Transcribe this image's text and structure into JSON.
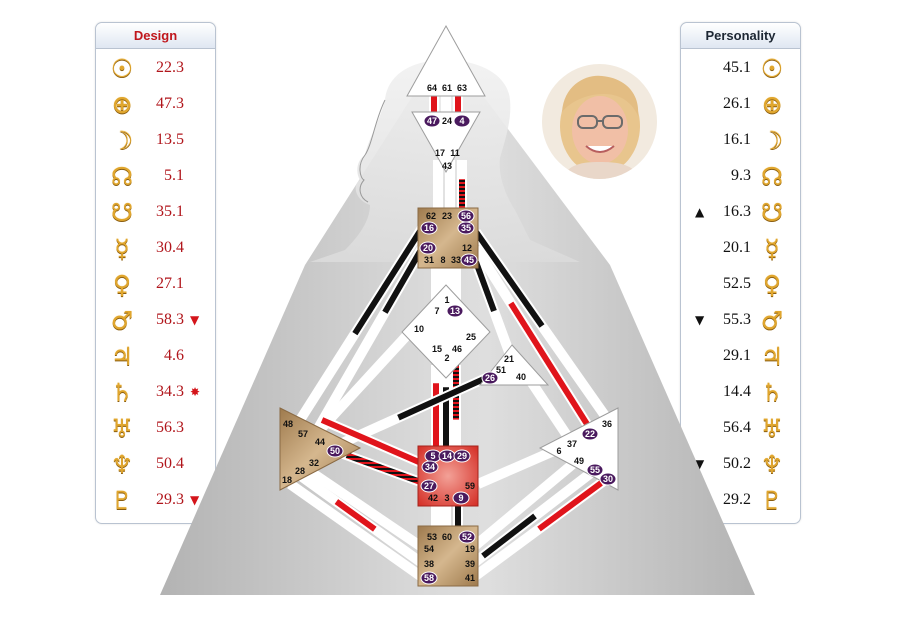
{
  "design": {
    "title": "Design",
    "rows": [
      {
        "icon": "sun-icon",
        "glyph": "☉",
        "value": "22.3",
        "mark": ""
      },
      {
        "icon": "earth-icon",
        "glyph": "⊕",
        "value": "47.3",
        "mark": ""
      },
      {
        "icon": "moon-icon",
        "glyph": "☽",
        "value": "13.5",
        "mark": ""
      },
      {
        "icon": "north-node-icon",
        "glyph": "☊",
        "value": "5.1",
        "mark": ""
      },
      {
        "icon": "south-node-icon",
        "glyph": "☋",
        "value": "35.1",
        "mark": ""
      },
      {
        "icon": "mercury-icon",
        "glyph": "☿",
        "value": "30.4",
        "mark": ""
      },
      {
        "icon": "venus-icon",
        "glyph": "♀",
        "value": "27.1",
        "mark": ""
      },
      {
        "icon": "mars-icon",
        "glyph": "♂",
        "value": "58.3",
        "mark": "▼"
      },
      {
        "icon": "jupiter-icon",
        "glyph": "♃",
        "value": "4.6",
        "mark": ""
      },
      {
        "icon": "saturn-icon",
        "glyph": "♄",
        "value": "34.3",
        "mark": "✸"
      },
      {
        "icon": "uranus-icon",
        "glyph": "♅",
        "value": "56.3",
        "mark": ""
      },
      {
        "icon": "neptune-icon",
        "glyph": "♆",
        "value": "50.4",
        "mark": ""
      },
      {
        "icon": "pluto-icon",
        "glyph": "♇",
        "value": "29.3",
        "mark": "▼"
      }
    ]
  },
  "personality": {
    "title": "Personality",
    "rows": [
      {
        "icon": "sun-icon",
        "glyph": "☉",
        "value": "45.1",
        "mark": ""
      },
      {
        "icon": "earth-icon",
        "glyph": "⊕",
        "value": "26.1",
        "mark": ""
      },
      {
        "icon": "moon-icon",
        "glyph": "☽",
        "value": "16.1",
        "mark": ""
      },
      {
        "icon": "north-node-icon",
        "glyph": "☊",
        "value": "9.3",
        "mark": ""
      },
      {
        "icon": "south-node-icon",
        "glyph": "☋",
        "value": "16.3",
        "mark": "▲"
      },
      {
        "icon": "mercury-icon",
        "glyph": "☿",
        "value": "20.1",
        "mark": ""
      },
      {
        "icon": "venus-icon",
        "glyph": "♀",
        "value": "52.5",
        "mark": ""
      },
      {
        "icon": "mars-icon",
        "glyph": "♂",
        "value": "55.3",
        "mark": "▼"
      },
      {
        "icon": "jupiter-icon",
        "glyph": "♃",
        "value": "29.1",
        "mark": ""
      },
      {
        "icon": "saturn-icon",
        "glyph": "♄",
        "value": "14.4",
        "mark": ""
      },
      {
        "icon": "uranus-icon",
        "glyph": "♅",
        "value": "56.4",
        "mark": ""
      },
      {
        "icon": "neptune-icon",
        "glyph": "♆",
        "value": "50.2",
        "mark": "▼"
      },
      {
        "icon": "pluto-icon",
        "glyph": "♇",
        "value": "29.2",
        "mark": ""
      }
    ]
  },
  "colors": {
    "design": "#e0141b",
    "personality": "#111111",
    "badge": "#4a1a5e",
    "glyph": "#e0a62e",
    "center_defined": "#b38d5e",
    "root_center": "#c09866",
    "sacral_center": "#e7443e"
  },
  "gates": {
    "head": [
      "64",
      "61",
      "63"
    ],
    "ajna": [
      "47",
      "24",
      "4",
      "17",
      "11",
      "43"
    ],
    "throat": [
      "62",
      "23",
      "56",
      "16",
      "35",
      "20",
      "12",
      "31",
      "8",
      "33",
      "45"
    ],
    "g": [
      "1",
      "13",
      "7",
      "10",
      "25",
      "15",
      "2",
      "46"
    ],
    "heart": [
      "21",
      "51",
      "26",
      "40"
    ],
    "spleen": [
      "48",
      "57",
      "44",
      "50",
      "32",
      "28",
      "18"
    ],
    "sacral": [
      "5",
      "14",
      "29",
      "34",
      "27",
      "59",
      "42",
      "3",
      "9"
    ],
    "solar_plexus": [
      "36",
      "22",
      "37",
      "6",
      "49",
      "55",
      "30"
    ],
    "root": [
      "53",
      "60",
      "52",
      "54",
      "19",
      "38",
      "39",
      "58",
      "41"
    ]
  },
  "active_gates": [
    "47",
    "4",
    "56",
    "16",
    "35",
    "20",
    "45",
    "13",
    "26",
    "50",
    "5",
    "14",
    "29",
    "34",
    "27",
    "9",
    "22",
    "55",
    "30",
    "52",
    "58"
  ]
}
